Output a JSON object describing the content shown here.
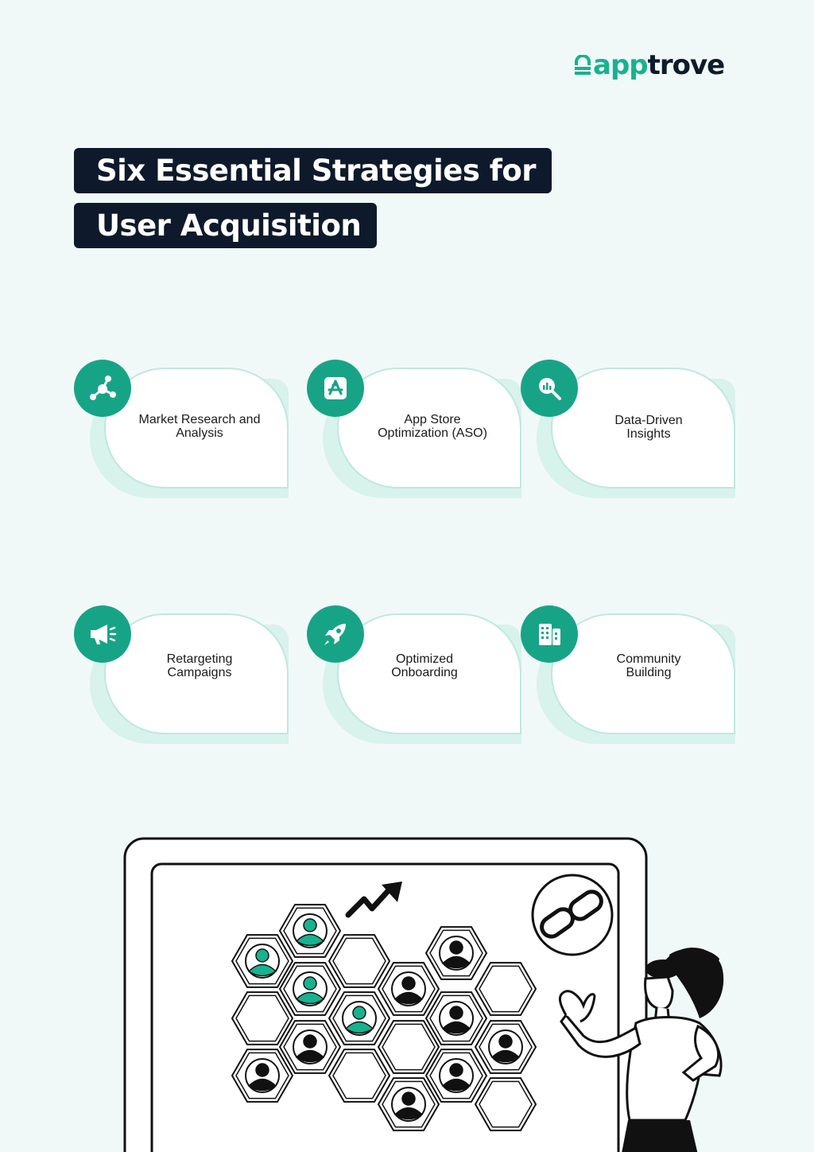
{
  "brand": {
    "name_accent": "app",
    "name_rest": "trove",
    "accent_color": "#17b28f",
    "dark_color": "#0d1b2a"
  },
  "title": {
    "line1": "Six Essential Strategies for",
    "line2": "User Acquisition"
  },
  "strategies": [
    {
      "label": "Market Research and Analysis",
      "icon": "network-hub-icon"
    },
    {
      "label": "App Store Optimization (ASO)",
      "icon": "app-store-icon"
    },
    {
      "label": "Data-Driven Insights",
      "icon": "magnifier-chart-icon"
    },
    {
      "label": "Retargeting Campaigns",
      "icon": "megaphone-icon"
    },
    {
      "label": "Optimized Onboarding",
      "icon": "rocket-icon"
    },
    {
      "label": "Community Building",
      "icon": "buildings-icon"
    }
  ],
  "illustration": {
    "icons": [
      "hexagon-user-grid",
      "trend-arrow-icon",
      "link-icon",
      "presenting-woman"
    ],
    "accent_color": "#17b28f"
  }
}
